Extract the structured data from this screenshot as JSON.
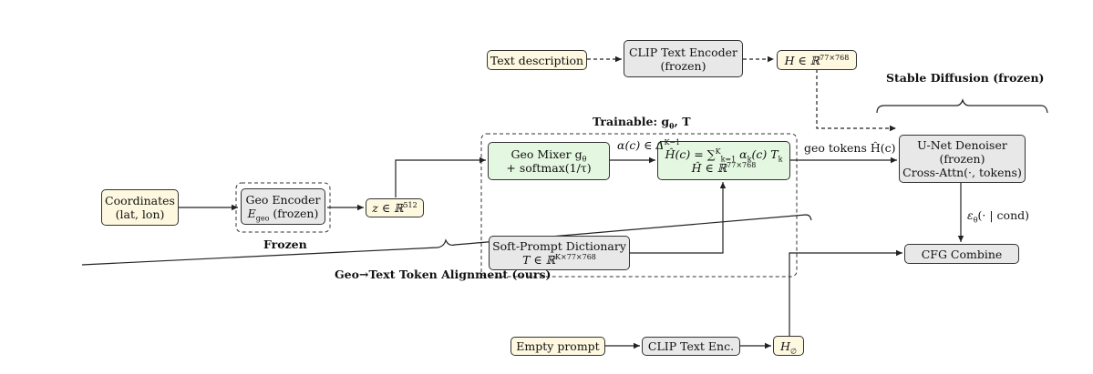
{
  "nodes": {
    "text_description": "Text description",
    "clip_text_encoder": [
      "CLIP Text Encoder",
      "(frozen)"
    ],
    "h_text": "H ∈ ℝ",
    "h_text_sup": "77×768",
    "coordinates": [
      "Coordinates",
      "(lat, lon)"
    ],
    "geo_encoder": [
      "Geo Encoder",
      "E",
      "geo",
      " (frozen)"
    ],
    "z_vec": "z ∈ ℝ",
    "z_sup": "512",
    "geo_mixer": [
      "Geo Mixer g",
      "θ",
      "+ softmax(1/τ)"
    ],
    "h_hat_line1": "Ĥ(c) = ∑",
    "h_hat_line1_sup": "K",
    "h_hat_line1_sub": "k=1",
    "h_hat_line1_rest": " α",
    "h_hat_line1_k": "k",
    "h_hat_line1_end": "(c) T",
    "h_hat_line1_tk": "k",
    "h_hat_line2": "Ĥ ∈ ℝ",
    "h_hat_line2_sup": "77×768",
    "soft_prompt": [
      "Soft-Prompt Dictionary",
      "T ∈ ℝ"
    ],
    "soft_prompt_sup": "K×77×768",
    "unet": [
      "U-Net Denoiser",
      "(frozen)",
      "Cross-Attn(·, tokens)"
    ],
    "cfg_combine": "CFG Combine",
    "empty_prompt": "Empty prompt",
    "clip_text_enc": "CLIP Text Enc.",
    "h_empty": "H",
    "h_empty_sub": "∅"
  },
  "labels": {
    "stable_diffusion": "Stable Diffusion (frozen)",
    "trainable": "Trainable: g",
    "trainable_sub": "θ",
    "trainable_rest": ", T",
    "alpha": "α(c) ∈ Δ",
    "alpha_sup": "K−1",
    "geo_tokens": "geo tokens Ĥ(c)",
    "epsilon": "ε",
    "epsilon_sub": "θ",
    "epsilon_rest": "(· | cond)",
    "frozen": "Frozen",
    "alignment": "Geo→Text Token Alignment (ours)"
  },
  "colors": {
    "cream": "#fdf8df",
    "gray": "#e8e8e8",
    "green": "#e4f7e0",
    "stroke": "#333333"
  }
}
